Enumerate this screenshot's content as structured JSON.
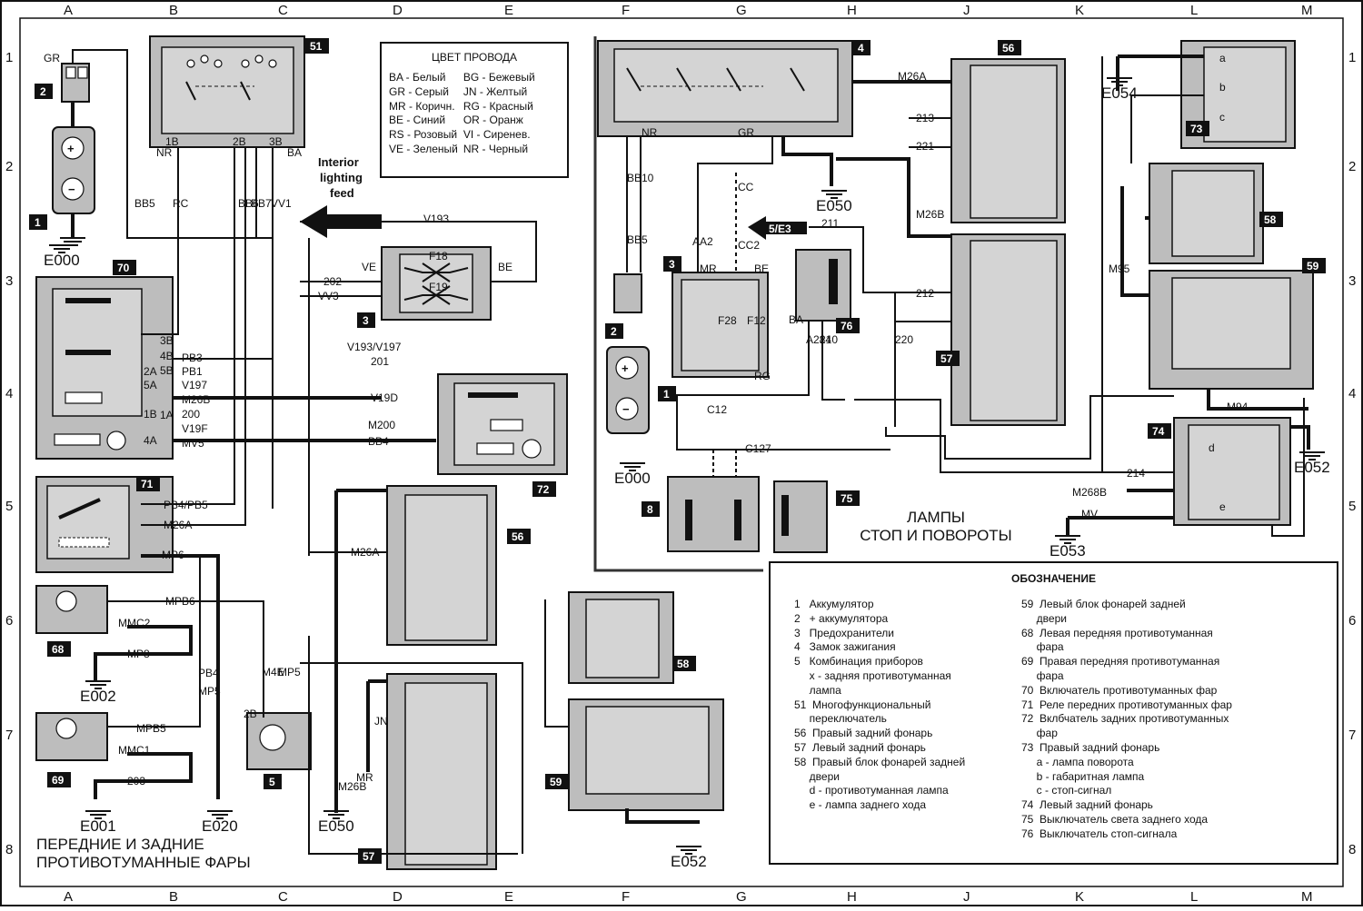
{
  "grid": {
    "columns": [
      "A",
      "B",
      "C",
      "D",
      "E",
      "F",
      "G",
      "H",
      "J",
      "K",
      "L",
      "M"
    ],
    "rows": [
      "1",
      "2",
      "3",
      "4",
      "5",
      "6",
      "7",
      "8"
    ]
  },
  "wire_color_box": {
    "title": "ЦВЕТ ПРОВОДА",
    "left": [
      "BA - Белый",
      "GR - Серый",
      "MR - Коричн.",
      "BE - Синий",
      "RS - Розовый",
      "VE - Зеленый"
    ],
    "right": [
      "BG - Бежевый",
      "JN - Желтый",
      "RG - Красный",
      "OR - Оранж",
      "VI - Сиренев.",
      "NR - Черный"
    ]
  },
  "interior_feed": "Interior lighting feed",
  "section_titles": {
    "left": [
      "ПЕРЕДНИЕ И ЗАДНИЕ",
      "ПРОТИВОТУМАННЫЕ ФАРЫ"
    ],
    "right": [
      "ЛАМПЫ",
      "СТОП И ПОВОРОТЫ"
    ]
  },
  "component_tags": [
    "1",
    "2",
    "3",
    "4",
    "51",
    "56",
    "57",
    "58",
    "59",
    "68",
    "69",
    "70",
    "71",
    "72",
    "73",
    "74",
    "75",
    "76",
    "8",
    "5",
    "5/E3"
  ],
  "grounds": [
    "E000",
    "E002",
    "E001",
    "E020",
    "E050",
    "E052",
    "E054",
    "E053"
  ],
  "wire_labels": {
    "left": [
      "GR",
      "BB5",
      "RC",
      "BB6",
      "BB7",
      "VV1",
      "NR",
      "BA",
      "1B",
      "2B",
      "3B",
      "V193",
      "202",
      "VV3",
      "VE",
      "BE",
      "F18",
      "F19",
      "PB3",
      "PB1",
      "V197",
      "M26B",
      "200",
      "V19F",
      "MV5",
      "V193/V197",
      "201",
      "V19D",
      "M200",
      "BB4",
      "PB4/PB5",
      "M26A",
      "MP6",
      "MPB6",
      "MMC2",
      "MP8",
      "MP5",
      "PB4",
      "M4E",
      "MP5",
      "MPB5",
      "MMC1",
      "203",
      "M26A",
      "M26B",
      "MR",
      "JN",
      "2B",
      "3B",
      "4B",
      "5B",
      "1A",
      "4A",
      "2A",
      "5A",
      "1B"
    ],
    "right": [
      "NR",
      "GR",
      "BB10",
      "BB5",
      "CC",
      "CC2",
      "AA2",
      "F28",
      "F12",
      "MR",
      "RG",
      "BE",
      "BA",
      "A284",
      "210",
      "220",
      "211",
      "212",
      "213",
      "221",
      "C12",
      "C127",
      "M26A",
      "M26B",
      "M95",
      "M94",
      "214",
      "M268B",
      "MV",
      "a",
      "b",
      "c",
      "d",
      "e"
    ]
  },
  "legend": {
    "title": "ОБОЗНАЧЕНИЕ",
    "col1": [
      "1   Аккумулятор",
      "2   + аккумулятора",
      "3   Предохранители",
      "4   Замок зажигания",
      "5   Комбинация приборов",
      "     х - задняя противотуманная",
      "     лампа",
      "51  Многофункциональный",
      "     переключатель",
      "56  Правый задний фонарь",
      "57  Левый задний фонарь",
      "58  Правый блок фонарей задней",
      "     двери",
      "     d - противотуманная лампа",
      "     e - лампа заднего хода"
    ],
    "col2": [
      "59  Левый блок фонарей задней",
      "     двери",
      "68  Левая передняя противотуманная",
      "     фара",
      "69  Правая передняя противотуманная",
      "     фара",
      "70  Включатель противотуманных фар",
      "71  Реле передних противотуманных фар",
      "72  Вклбчатель задних противотуманных",
      "     фар",
      "73  Правый задний фонарь",
      "     a - лампа поворота",
      "     b - габаритная лампа",
      "     c - стоп-сигнал",
      "74  Левый задний фонарь",
      "75  Выключатель света заднего хода",
      "76  Выключатель стоп-сигнала"
    ]
  }
}
